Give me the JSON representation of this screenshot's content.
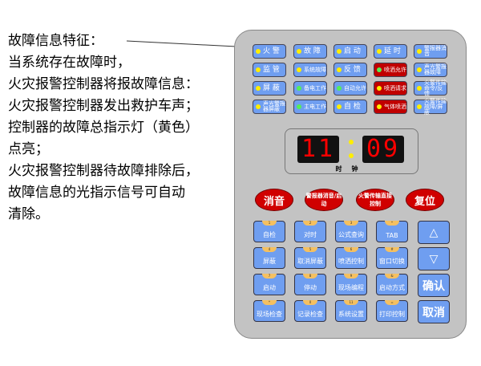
{
  "description": [
    "故障信息特征：",
    "当系统存在故障时，",
    "火灾报警控制器将报故障信息：",
    "火灾报警控制器发出救护车声；",
    "控制器的故障总指示灯（黄色）",
    "点亮；",
    "火灾报警控制器待故障排除后，",
    "故障信息的光指示信号可自动",
    "清除。"
  ],
  "indicators": [
    {
      "label": "火 警",
      "led": "yellow",
      "red": false
    },
    {
      "label": "故 障",
      "led": "yellow",
      "red": false
    },
    {
      "label": "启 动",
      "led": "yellow",
      "red": false
    },
    {
      "label": "延 时",
      "led": "yellow",
      "red": false
    },
    {
      "label": "警报器消音",
      "led": "yellow",
      "red": false
    },
    {
      "label": "监 管",
      "led": "yellow",
      "red": false
    },
    {
      "label": "系统故障",
      "led": "yellow",
      "red": false
    },
    {
      "label": "反 馈",
      "led": "yellow",
      "red": false
    },
    {
      "label": "喷洒允许",
      "led": "green",
      "red": true
    },
    {
      "label": "声光警报器故障",
      "led": "yellow",
      "red": false
    },
    {
      "label": "屏 蔽",
      "led": "yellow",
      "red": false
    },
    {
      "label": "备电工作",
      "led": "green",
      "red": false
    },
    {
      "label": "自动允许",
      "led": "green",
      "red": false
    },
    {
      "label": "喷洒请求",
      "led": "yellow",
      "red": true
    },
    {
      "label": "火警传输命令/反馈",
      "led": "yellow",
      "red": false
    },
    {
      "label": "声光警报器屏蔽",
      "led": "yellow",
      "red": false
    },
    {
      "label": "主电工作",
      "led": "green",
      "red": false
    },
    {
      "label": "自 检",
      "led": "yellow",
      "red": false
    },
    {
      "label": "气体喷洒",
      "led": "yellow",
      "red": true
    },
    {
      "label": "火警传输故障/屏蔽",
      "led": "yellow",
      "red": false
    }
  ],
  "clock": {
    "hours": "11",
    "minutes": "09",
    "label": "时钟"
  },
  "round_buttons": [
    "消音",
    "警报器消音/启动",
    "火警传输直接控制",
    "复位"
  ],
  "keys": [
    {
      "num": "1",
      "label": "自检"
    },
    {
      "num": "2",
      "label": "对时"
    },
    {
      "num": "3",
      "label": "公式查询"
    },
    {
      "num": "*",
      "label": "TAB"
    },
    {
      "num": "4",
      "label": "屏蔽"
    },
    {
      "num": "5",
      "label": "取消屏蔽"
    },
    {
      "num": "6",
      "label": "喷洒控制"
    },
    {
      "num": "#",
      "label": "窗口切换"
    },
    {
      "num": "7",
      "label": "启动"
    },
    {
      "num": "8",
      "label": "停动"
    },
    {
      "num": "9",
      "label": "现场编程"
    },
    {
      "num": "&",
      "label": "启动方式"
    },
    {
      "num": "*",
      "label": "现场检查"
    },
    {
      "num": "0",
      "label": "记录检查"
    },
    {
      "num": "11",
      "label": "系统设置"
    },
    {
      "num": "=",
      "label": "打印控制"
    }
  ],
  "side_keys": {
    "up": "△",
    "down": "▽",
    "confirm": "确认",
    "cancel": "取消"
  }
}
